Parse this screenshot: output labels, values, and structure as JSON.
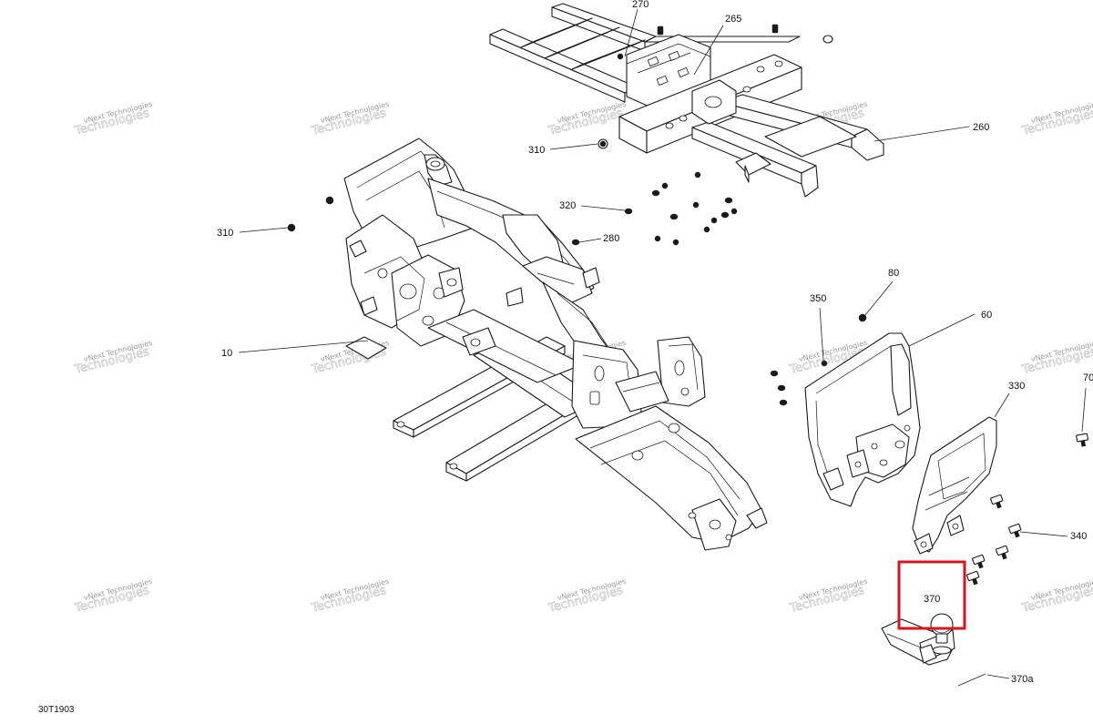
{
  "watermark": {
    "line1": "vNext Technologies",
    "line2": "Technologies"
  },
  "figure_id": "30T1903",
  "callouts": {
    "c270": "270",
    "c265": "265",
    "c260": "260",
    "c310a": "310",
    "c310b": "310",
    "c320": "320",
    "c280": "280",
    "c10": "10",
    "c80": "80",
    "c350": "350",
    "c60": "60",
    "c330": "330",
    "c70": "70",
    "c340": "340",
    "c370": "370",
    "c370a": "370a"
  },
  "highlight": {
    "label": "370",
    "color": "#d9141c"
  }
}
